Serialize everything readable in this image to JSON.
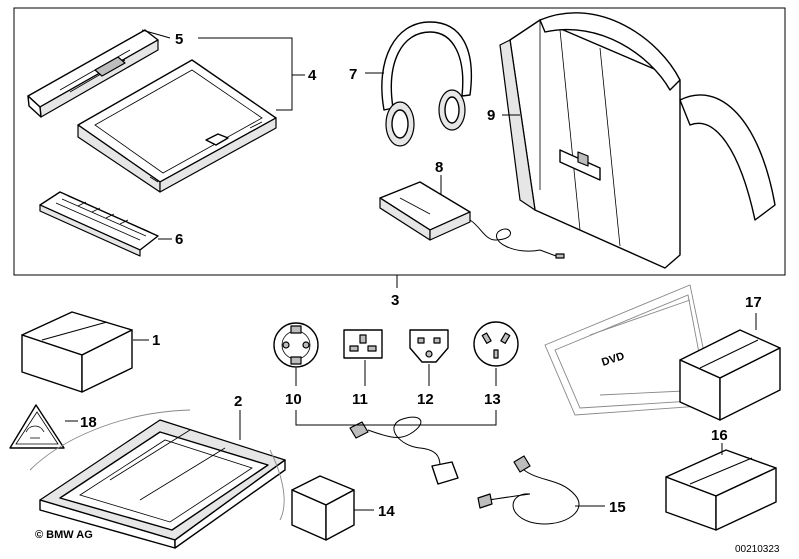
{
  "callouts": {
    "c1": "1",
    "c2": "2",
    "c3": "3",
    "c4": "4",
    "c5": "5",
    "c6": "6",
    "c7": "7",
    "c8": "8",
    "c9": "9",
    "c10": "10",
    "c11": "11",
    "c12": "12",
    "c13": "13",
    "c14": "14",
    "c15": "15",
    "c16": "16",
    "c17": "17",
    "c18": "18"
  },
  "dvd_label": "DVD",
  "copyright": "© BMW AG",
  "image_number": "00210323"
}
